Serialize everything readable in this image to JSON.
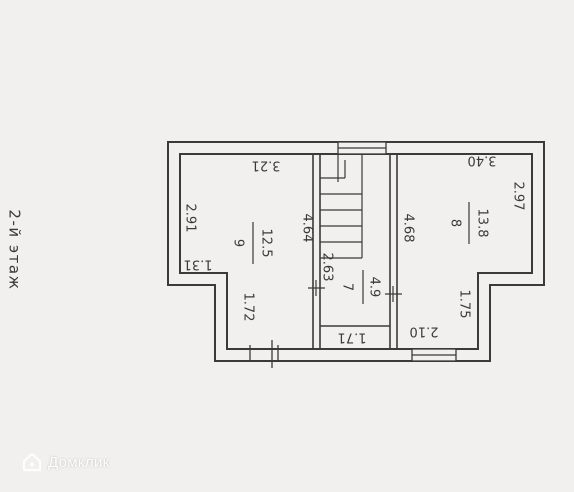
{
  "floor_label": "2-й этаж",
  "watermark": "Домклик",
  "colors": {
    "line": "#3a3a3a",
    "background": "#f1f0ee",
    "watermark": "#ffffff"
  },
  "rooms": [
    {
      "number": "9",
      "area": "12.5"
    },
    {
      "number": "7",
      "area": "4.9"
    },
    {
      "number": "8",
      "area": "13.8"
    }
  ],
  "dimensions": {
    "left_top_width": "3.21",
    "left_height": "2.91",
    "left_notch": "1.31",
    "left_lower_height": "1.72",
    "left_wall": "4.64",
    "stair_length": "2.63",
    "stair_bottom": "1.71",
    "right_wall": "4.68",
    "right_top_width": "3.40",
    "right_height": "2.97",
    "right_lower_height": "1.75",
    "right_bottom_width": "2.10"
  }
}
